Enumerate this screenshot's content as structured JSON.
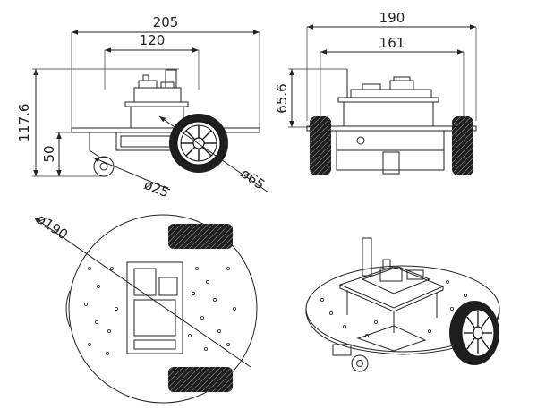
{
  "diagram": {
    "side_view": {
      "dim_overall_length": "205",
      "dim_board_length": "120",
      "dim_overall_height": "117.6",
      "dim_axle_height": "50",
      "dim_caster_diameter": "ø25",
      "dim_wheel_diameter": "ø65"
    },
    "front_view": {
      "dim_overall_width": "190",
      "dim_track_width": "161",
      "dim_upper_height": "65.6"
    },
    "top_view": {
      "dim_plate_diameter": "ø190"
    }
  },
  "colors": {
    "line": "#222222",
    "tire": "#1e1e1e",
    "background": "#ffffff"
  }
}
